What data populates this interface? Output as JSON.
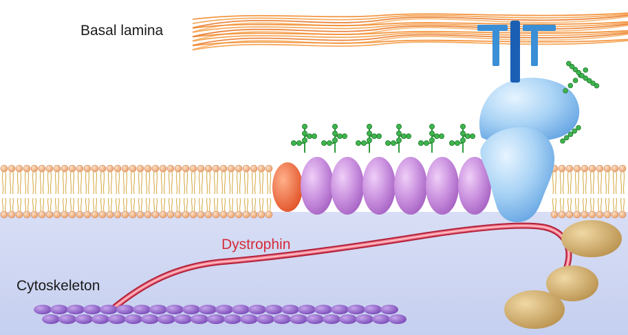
{
  "diagram": {
    "title": "Dystrophin-glycoprotein complex at the muscle cell membrane",
    "labels": {
      "basal_lamina": "Basal lamina",
      "dystrophin": "Dystrophin",
      "cytoskeleton": "Cytoskeleton"
    },
    "components": [
      {
        "id": "basal-lamina",
        "name": "Basal lamina fibers"
      },
      {
        "id": "laminin",
        "name": "Laminin (blue receptor ligand)"
      },
      {
        "id": "dystroglycan",
        "name": "Dystroglycan complex (light blue)"
      },
      {
        "id": "sarcoglycans",
        "name": "Sarcoglycan ovals (purple)",
        "count": 6
      },
      {
        "id": "sarcospan",
        "name": "Orange membrane protein"
      },
      {
        "id": "glycans",
        "name": "Green sugar chains"
      },
      {
        "id": "membrane",
        "name": "Lipid bilayer"
      },
      {
        "id": "dystrophin",
        "name": "Dystrophin rod"
      },
      {
        "id": "cytoskeleton",
        "name": "Actin filament (purple beads)"
      },
      {
        "id": "syntrophins",
        "name": "Tan globular proteins",
        "count": 3
      }
    ],
    "colors": {
      "extracellular": "#ffffff",
      "intracellular": "#c9d3f0",
      "lipid_head": "#f2b98a",
      "lipid_tail": "#e0b85e",
      "fiber": "#f28a2e",
      "sarcoglycan": "#c98fdf",
      "dystroglycan": "#8fc4f0",
      "laminin": "#1a5fb4",
      "glycan": "#2e9a3c",
      "dystrophin": "#e0304a",
      "dystrophin_label": "#d42b3a",
      "actin": "#9466c9",
      "globular": "#c8a05a",
      "orange_protein": "#f26a3a"
    }
  }
}
